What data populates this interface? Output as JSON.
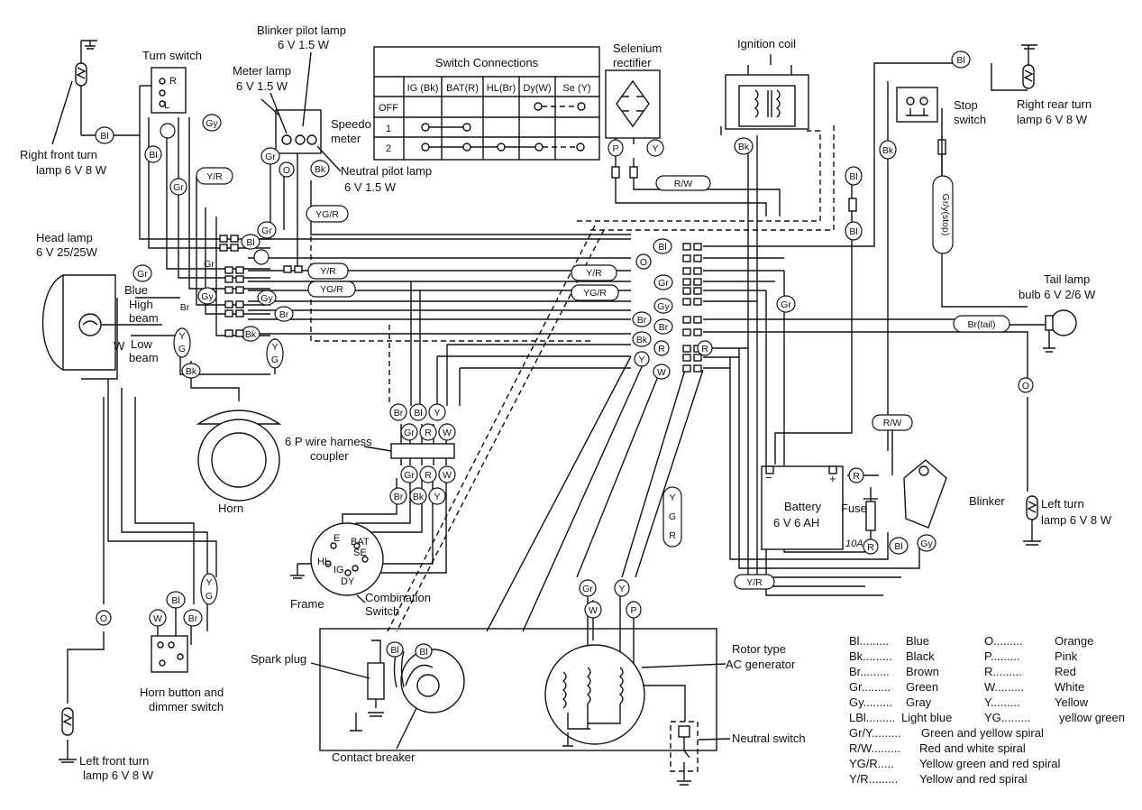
{
  "components": {
    "turn_switch": "Turn switch",
    "turn_switch_r": "R",
    "turn_switch_l": "L",
    "blinker_pilot_l1": "Blinker pilot lamp",
    "blinker_pilot_l2": "6 V 1.5 W",
    "meter_lamp_l1": "Meter lamp",
    "meter_lamp_l2": "6 V 1.5 W",
    "speedo_l1": "Speedo",
    "speedo_l2": "meter",
    "neutral_pilot_l1": "Neutral pilot lamp",
    "neutral_pilot_l2": "6 V 1.5 W",
    "right_front_l1": "Right front turn",
    "right_front_l2": "lamp 6 V 8 W",
    "head_lamp_l1": "Head lamp",
    "head_lamp_l2": "6 V 25/25W",
    "blue": "Blue",
    "high_beam_l1": "High",
    "high_beam_l2": "beam",
    "low_beam_l1": "Low",
    "low_beam_l2": "beam",
    "horn": "Horn",
    "harness_l1": "6 P wire harness",
    "harness_l2": "coupler",
    "frame": "Frame",
    "combo_l1": "Combination",
    "combo_l2": "Switch",
    "horn_btn_l1": "Horn button and",
    "horn_btn_l2": "dimmer switch",
    "left_front_l1": "Left front turn",
    "left_front_l2": "lamp 6 V 8 W",
    "spark_plug": "Spark plug",
    "contact_breaker": "Contact breaker",
    "selenium_l1": "Selenium",
    "selenium_l2": "rectifier",
    "ignition_coil": "Ignition coil",
    "stop_switch_l1": "Stop",
    "stop_switch_l2": "switch",
    "right_rear_l1": "Right rear turn",
    "right_rear_l2": "lamp 6 V 8 W",
    "tail_lamp_l1": "Tail lamp",
    "tail_lamp_l2": "bulb 6 V 2/6 W",
    "left_turn_l1": "Left turn",
    "left_turn_l2": "lamp 6 V 8 W",
    "battery_l1": "Battery",
    "battery_l2": "6 V 6 AH",
    "fuse": "Fuse",
    "fuse_rating": "10A",
    "blinker": "Blinker",
    "rotor_l1": "Rotor type",
    "rotor_l2": "AC generator",
    "neutral_switch": "Neutral switch",
    "combo_e": "E",
    "combo_bat": "BAT",
    "combo_se": "SE",
    "combo_hl": "HL",
    "combo_ig": "IG",
    "combo_dy": "DY",
    "w_mark": "W"
  },
  "switch_table": {
    "title": "Switch  Connections",
    "headers": [
      "IG (Bk)",
      "BAT(R)",
      "HL(Br)",
      "Dy(W)",
      "Se (Y)"
    ],
    "rows": [
      "OFF",
      "1",
      "2"
    ]
  },
  "tags": {
    "bl": "Bl",
    "gy": "Gy",
    "gr": "Gr",
    "o": "O",
    "bk": "Bk",
    "br": "Br",
    "y": "Y",
    "r": "R",
    "w": "W",
    "p": "P",
    "g": "G",
    "y_r": "Y/R",
    "yg_r": "YG/R",
    "r_w": "R/W",
    "br_tail": "Br(tail)",
    "gr_y_stop": "Gr/y(stop)",
    "minus": "−",
    "plus": "+"
  },
  "legend": [
    {
      "code": "Bl.........",
      "name": "Blue"
    },
    {
      "code": "Bk.........",
      "name": "Black"
    },
    {
      "code": "Br.........",
      "name": "Brown"
    },
    {
      "code": "Gr.........",
      "name": "Green"
    },
    {
      "code": "Gy.........",
      "name": "Gray"
    },
    {
      "code": "LBl.........",
      "name": "Light blue"
    },
    {
      "code": "O.........",
      "name": "Orange"
    },
    {
      "code": "P.........",
      "name": "Pink"
    },
    {
      "code": "R.........",
      "name": "Red"
    },
    {
      "code": "W.........",
      "name": "White"
    },
    {
      "code": "Y.........",
      "name": "Yellow"
    },
    {
      "code": "YG.........",
      "name": "yellow green"
    },
    {
      "code": "Gr/Y.........",
      "name": "Green and yellow spiral"
    },
    {
      "code": "R/W.........",
      "name": "Red and white spiral"
    },
    {
      "code": "YG/R.....",
      "name": "Yellow green and red spiral"
    },
    {
      "code": "Y/R.........",
      "name": "Yellow and red spiral"
    }
  ]
}
